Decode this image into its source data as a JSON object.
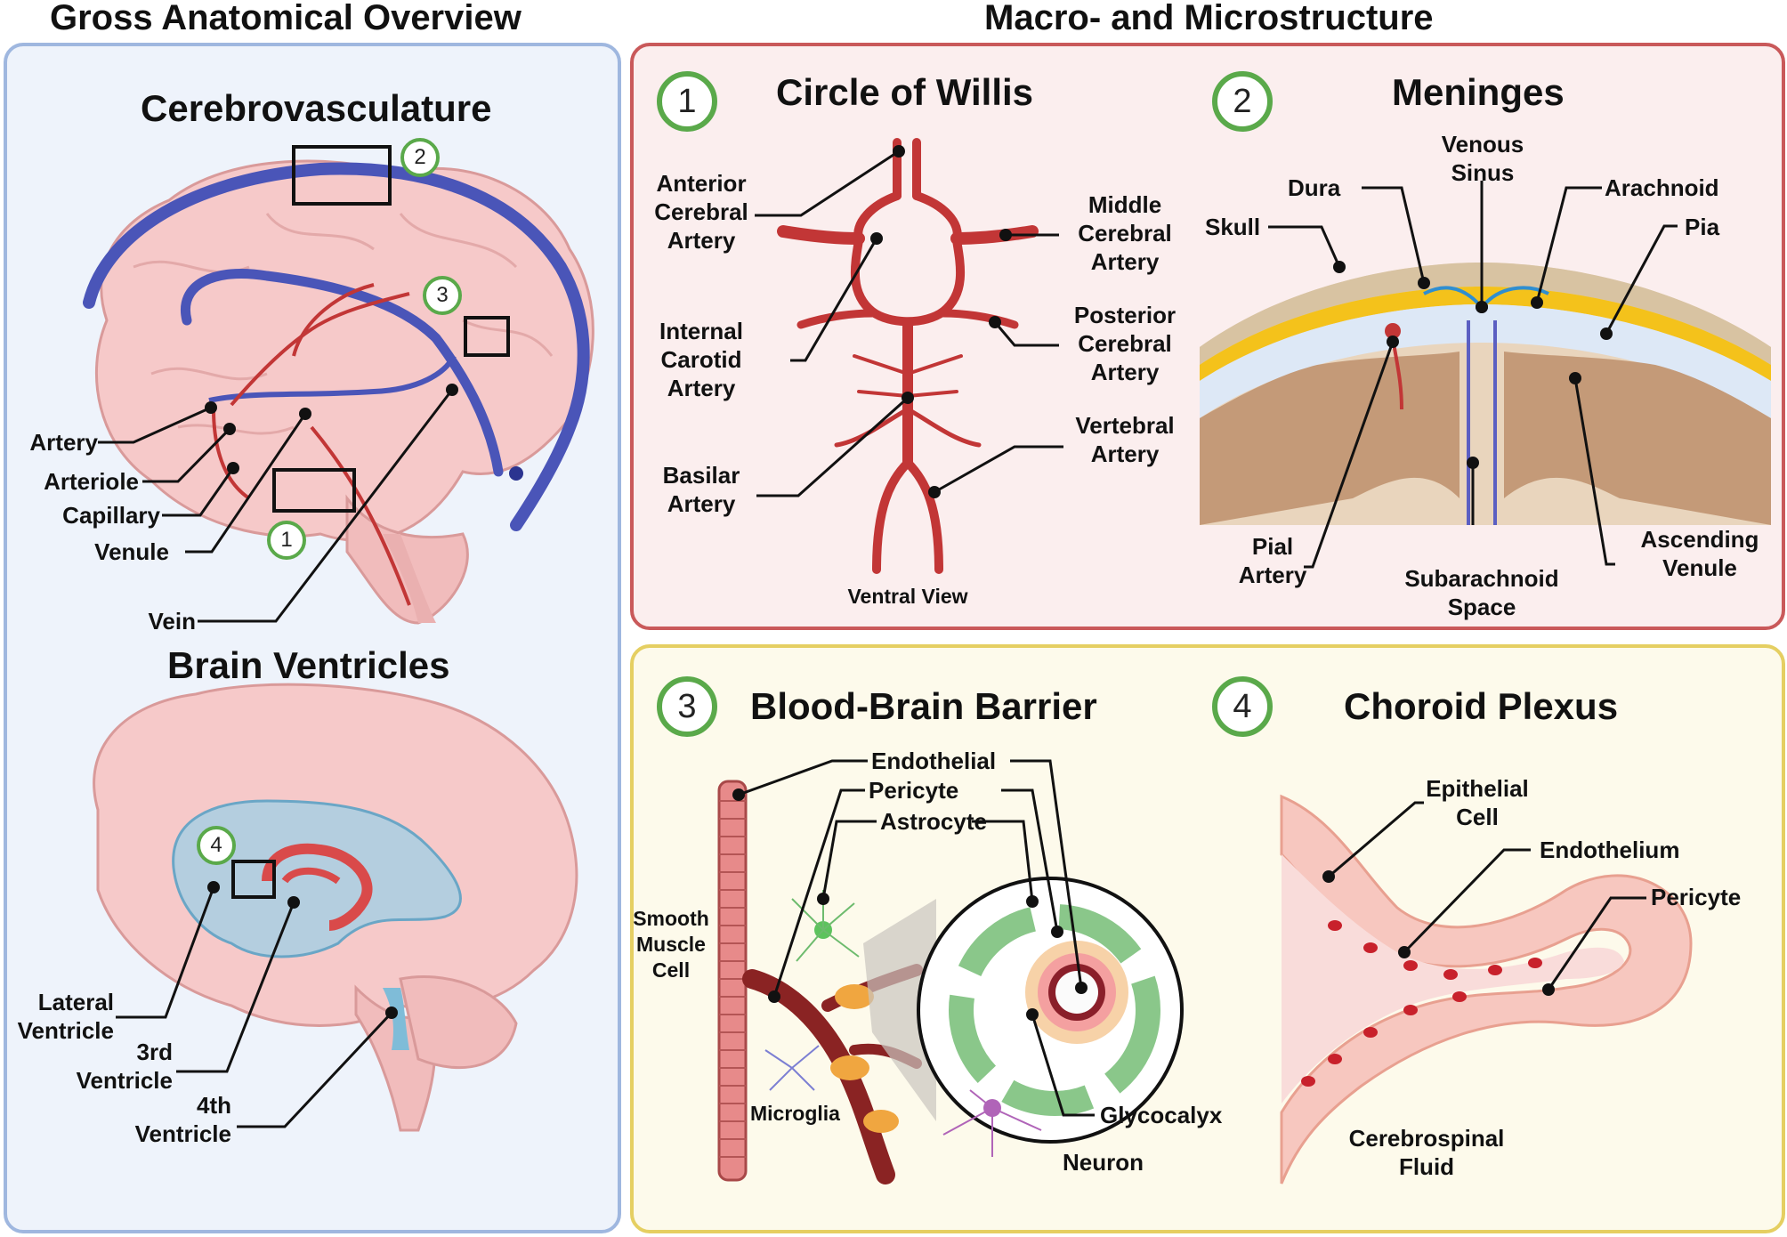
{
  "headings": {
    "left": "Gross Anatomical Overview",
    "right": "Macro- and Microstructure"
  },
  "gross": {
    "cerebrovasculature": {
      "title": "Cerebrovasculature",
      "labels": {
        "artery": "Artery",
        "arteriole": "Arteriole",
        "capillary": "Capillary",
        "venule": "Venule",
        "vein": "Vein"
      },
      "badges": [
        "1",
        "2",
        "3"
      ]
    },
    "ventricles": {
      "title": "Brain Ventricles",
      "labels": {
        "lateral": "Lateral\nVentricle",
        "third": "3rd\nVentricle",
        "fourth": "4th\nVentricle"
      },
      "badge": "4"
    }
  },
  "willis": {
    "badge": "1",
    "title": "Circle of Willis",
    "labels": {
      "anterior": "Anterior\nCerebral\nArtery",
      "internal": "Internal\nCarotid\nArtery",
      "basilar": "Basilar\nArtery",
      "middle": "Middle\nCerebral\nArtery",
      "posterior": "Posterior\nCerebral\nArtery",
      "vertebral": "Vertebral\nArtery"
    },
    "caption": "Ventral View"
  },
  "meninges": {
    "badge": "2",
    "title": "Meninges",
    "labels": {
      "venous_sinus": "Venous\nSinus",
      "dura": "Dura",
      "arachnoid": "Arachnoid",
      "skull": "Skull",
      "pia": "Pia",
      "pial_artery": "Pial\nArtery",
      "subarachnoid": "Subarachnoid\nSpace",
      "ascending_venule": "Ascending\nVenule"
    }
  },
  "bbb": {
    "badge": "3",
    "title": "Blood-Brain Barrier",
    "labels": {
      "endothelial": "Endothelial",
      "pericyte": "Pericyte",
      "astrocyte": "Astrocyte",
      "smooth_muscle": "Smooth\nMuscle\nCell",
      "microglia": "Microglia",
      "glycocalyx": "Glycocalyx",
      "neuron": "Neuron"
    }
  },
  "choroid": {
    "badge": "4",
    "title": "Choroid Plexus",
    "labels": {
      "epithelial": "Epithelial\nCell",
      "endothelium": "Endothelium",
      "pericyte": "Pericyte",
      "csf": "Cerebrospinal\nFluid"
    }
  },
  "colors": {
    "gross_panel": "#eef3fb",
    "macro_panel": "#fbeeee",
    "bbb_panel": "#fdfaeb",
    "badge_ring": "#5aa94a",
    "artery": "#cc3b3b",
    "vein": "#4a55b8",
    "brain": "#f6c9c9",
    "ventricle": "#9ecfe6"
  }
}
